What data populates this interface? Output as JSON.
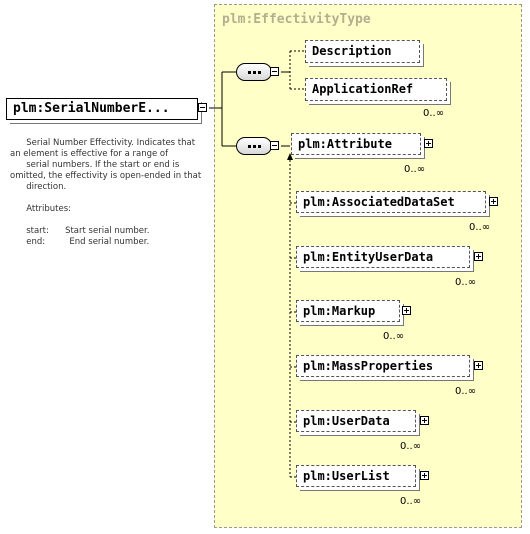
{
  "type_name": "plm:EffectivityType",
  "root_element": "plm:SerialNumberE...",
  "documentation": {
    "lines": [
      "      Serial Number Effectivity. Indicates that",
      "an element is effective for a range of",
      "      serial numbers. If the start or end is",
      "omitted, the effectivity is open-ended in that",
      "      direction.",
      "",
      "      Attributes:",
      "",
      "      start:      Start serial number.",
      "      end:         End serial number."
    ]
  },
  "sequence1": {
    "description": "Description",
    "application_ref": "ApplicationRef",
    "application_ref_occurs": "0..∞"
  },
  "sequence2": {
    "items": [
      {
        "label": "plm:Attribute",
        "occurs": "0..∞"
      },
      {
        "label": "plm:AssociatedDataSet",
        "occurs": "0..∞"
      },
      {
        "label": "plm:EntityUserData",
        "occurs": "0..∞"
      },
      {
        "label": "plm:Markup",
        "occurs": "0..∞"
      },
      {
        "label": "plm:MassProperties",
        "occurs": "0..∞"
      },
      {
        "label": "plm:UserData",
        "occurs": "0..∞"
      },
      {
        "label": "plm:UserList",
        "occurs": "0..∞"
      }
    ]
  }
}
